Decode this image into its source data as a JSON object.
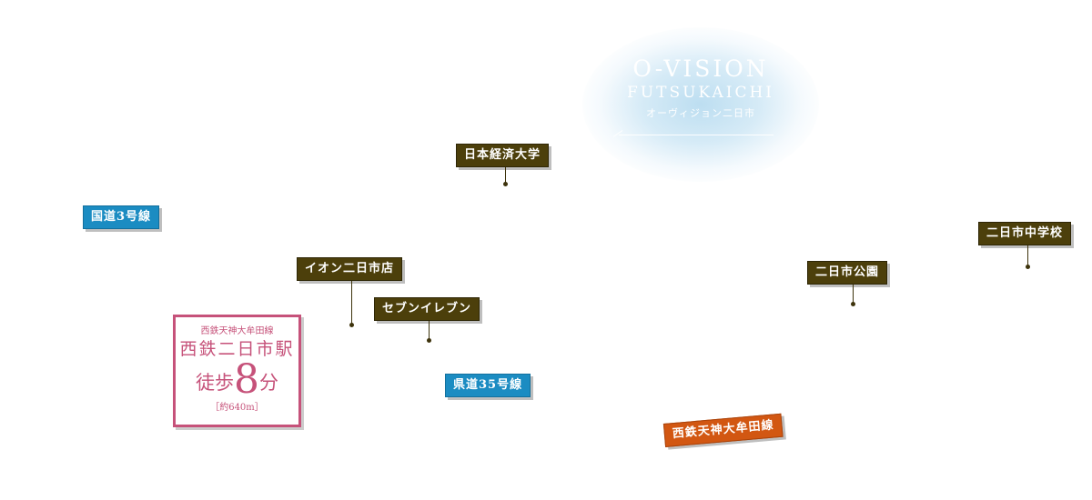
{
  "brand": {
    "title_line1": "O-VISION",
    "title_line2": "FUTSUKAICHI",
    "subtitle": "オーヴィジョン二日市"
  },
  "landmarks": [
    {
      "id": "nikkei-univ",
      "label": "日本経済大学",
      "color": "brown"
    },
    {
      "id": "aeon",
      "label": "イオン二日市店",
      "color": "brown"
    },
    {
      "id": "seven-eleven",
      "label": "セブンイレブン",
      "color": "brown"
    },
    {
      "id": "futsukaichi-park",
      "label": "二日市公園",
      "color": "brown"
    },
    {
      "id": "futsukaichi-jhs",
      "label": "二日市中学校",
      "color": "brown"
    }
  ],
  "roads": [
    {
      "id": "route-3",
      "label": "国道3号線",
      "color": "blue"
    },
    {
      "id": "prefectural-35",
      "label": "県道35号線",
      "color": "blue"
    }
  ],
  "railway": {
    "label": "西鉄天神大牟田線",
    "color": "orange"
  },
  "station": {
    "line": "西鉄天神大牟田線",
    "name": "西鉄二日市駅",
    "walk_prefix": "徒歩",
    "walk_minutes": "8",
    "walk_suffix": "分",
    "distance": "［約640m］"
  },
  "colors": {
    "landmark": "#4c3f0b",
    "road": "#1b8cc2",
    "railway": "#d25712",
    "station": "#c6527a"
  }
}
